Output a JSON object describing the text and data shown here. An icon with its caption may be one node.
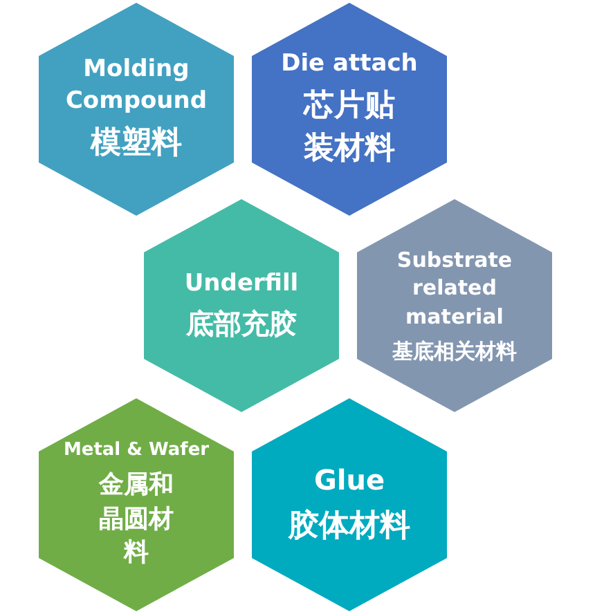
{
  "diagram": {
    "nodes": [
      {
        "text": [
          "Molding Compound",
          "模塑料"
        ]
      },
      {
        "text": [
          "Die attach",
          "芯片贴装材料"
        ]
      },
      {
        "text": [
          "Underfill",
          "底部充胶"
        ]
      },
      {
        "text": [
          "Substrate related material",
          "基底相关材料"
        ]
      },
      {
        "text": [
          "Metal & Wafer",
          "金属和晶圆材料"
        ]
      },
      {
        "text": [
          "Glue",
          "胶体材料"
        ]
      }
    ]
  }
}
